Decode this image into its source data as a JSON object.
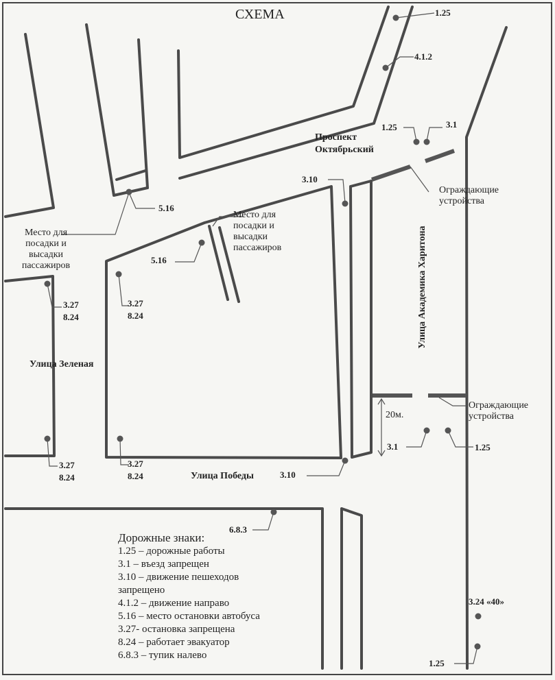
{
  "title": "СХЕМА",
  "streets": {
    "prospekt": "Проспект Октябрьский",
    "akademika": "Улица Академика Харитона",
    "zelenaya": "Улица Зеленая",
    "pobedy": "Улица Победы"
  },
  "notes": {
    "stop_left": "Место для посадки и высадки пассажиров",
    "stop_center": "Место для посадки и высадки пассажиров",
    "barrier_top": "Ограждающие устройства",
    "barrier_bottom": "Ограждающие устройства",
    "distance": "20м."
  },
  "sign_labels": {
    "s_125_top": "1.25",
    "s_412": "4.1.2",
    "s_125_mid": "1.25",
    "s_31_top": "3.1",
    "s_310_top": "3.10",
    "s_516_left": "5.16",
    "s_516_center": "5.16",
    "s_327_a": "3.27",
    "s_824_a": "8.24",
    "s_327_b": "3.27",
    "s_824_b": "8.24",
    "s_327_c": "3.27",
    "s_824_c": "8.24",
    "s_327_d": "3.27",
    "s_824_d": "8.24",
    "s_31_bottom": "3.1",
    "s_125_bottom": "1.25",
    "s_310_bottom": "3.10",
    "s_683": "6.8.3",
    "s_324": "3.24 «40»",
    "s_125_last": "1.25"
  },
  "legend": {
    "title": "Дорожные знаки:",
    "items": [
      "1.25 – дорожные работы",
      "3.1 – въезд запрещен",
      "3.10 – движение пешеходов",
      "запрещено",
      "4.1.2 – движение  направо",
      "5.16 – место остановки автобуса",
      "3.27- остановка запрещена",
      "8.24 – работает эвакуатор",
      "6.8.3 – тупик налево"
    ]
  },
  "colors": {
    "line": "#4a4a4a",
    "dot": "#555555",
    "paper": "#f6f6f3"
  }
}
